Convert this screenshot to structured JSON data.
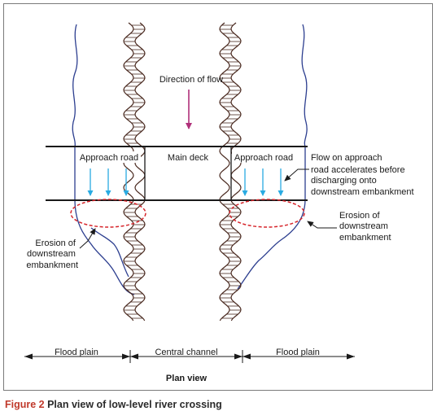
{
  "labels": {
    "direction_of_flow": "Direction of flow",
    "approach_road_left": "Approach road",
    "main_deck": "Main deck",
    "approach_road_right": "Approach road",
    "flow_on_approach": [
      "Flow on approach",
      "road accelerates before",
      "discharging onto",
      "downstream embankment"
    ],
    "erosion_left": [
      "Erosion of",
      "downstream",
      "embankment"
    ],
    "erosion_right": [
      "Erosion of",
      "downstream",
      "embankment"
    ],
    "flood_plain_left": "Flood plain",
    "central_channel": "Central channel",
    "flood_plain_right": "Flood plain",
    "plan_view": "Plan view"
  },
  "caption": {
    "number": "Figure 2",
    "text": " Plan view of low-level river crossing"
  },
  "colors": {
    "river_edge": "#2c3e8f",
    "flow_arrow": "#b0307a",
    "approach_arrows": "#29abe2",
    "erosion_ellipse": "#d6252b",
    "caption_number": "#c0392b"
  }
}
